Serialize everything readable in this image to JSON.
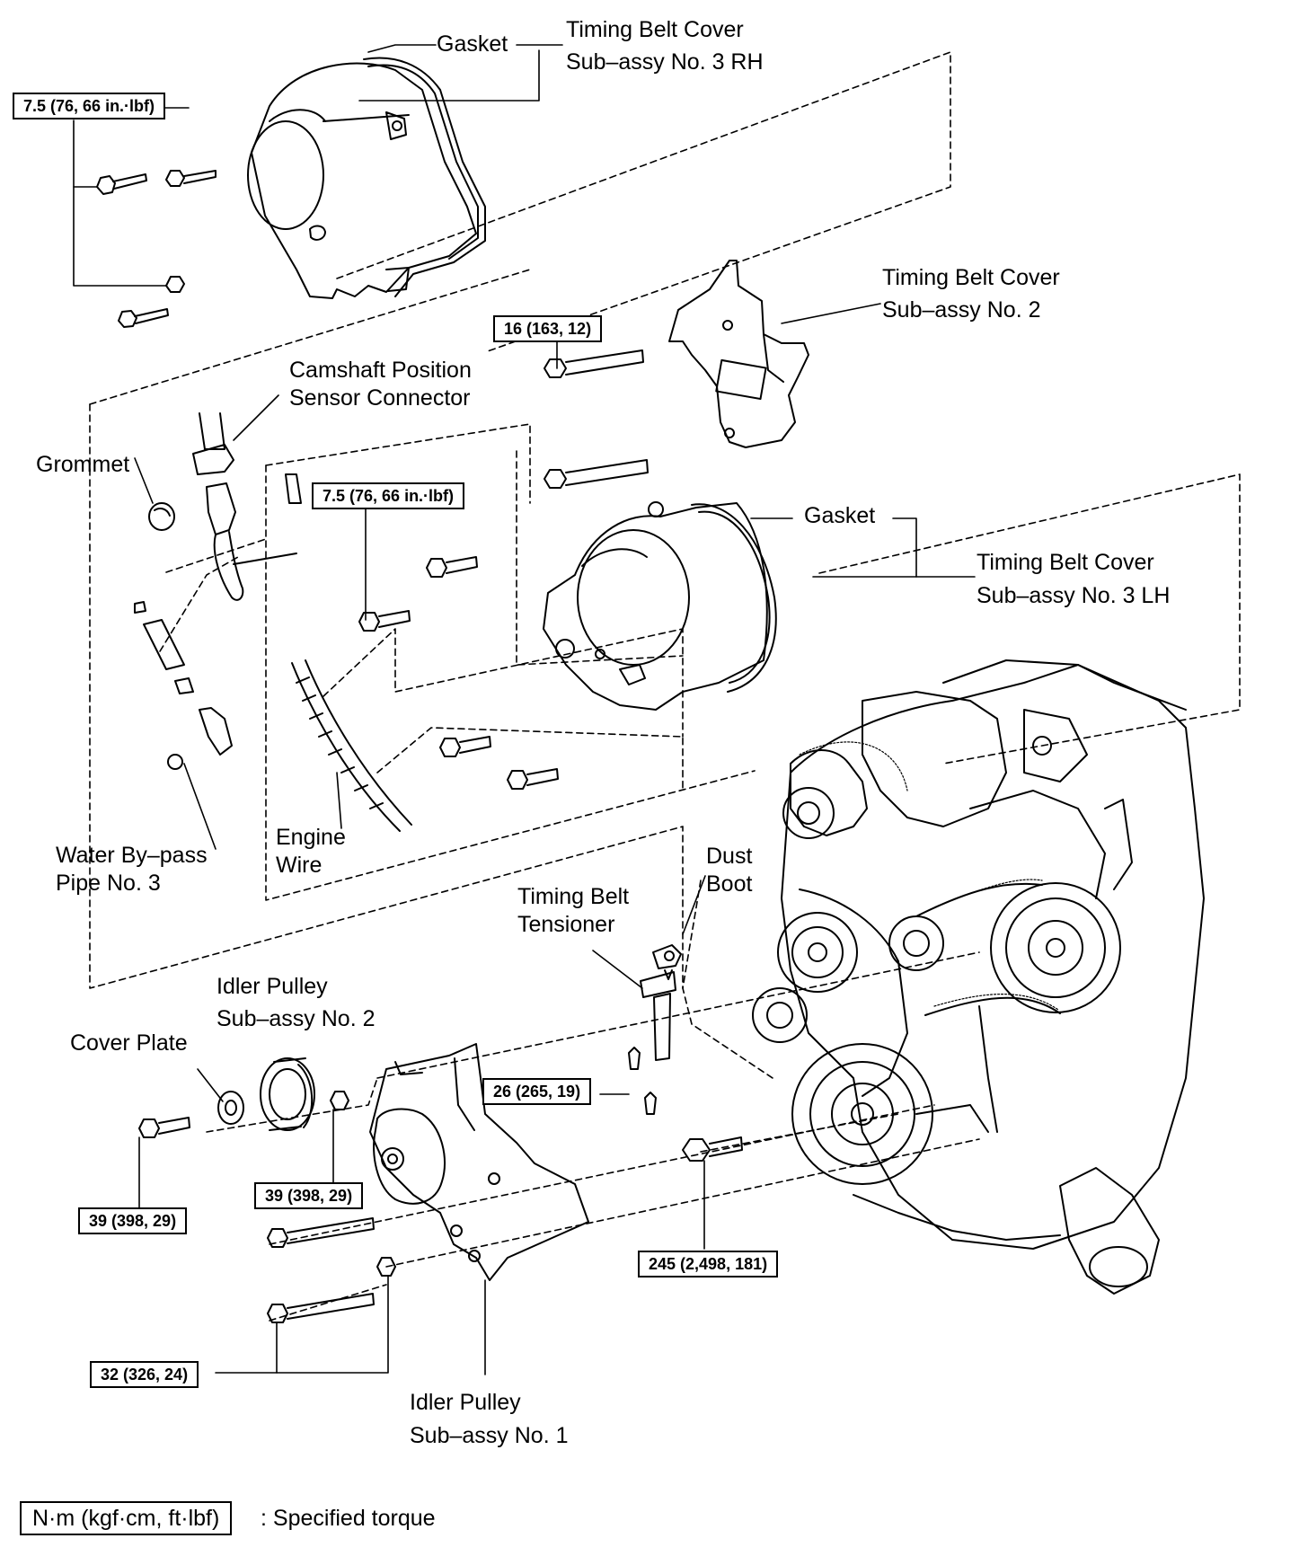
{
  "labels": {
    "gasket_rh": "Gasket",
    "cover_rh_line1": "Timing Belt Cover",
    "cover_rh_line2": "Sub–assy No. 3 RH",
    "cover_no2_line1": "Timing Belt Cover",
    "cover_no2_line2": "Sub–assy No. 2",
    "camshaft_line1": "Camshaft Position",
    "camshaft_line2": "Sensor Connector",
    "grommet": "Grommet",
    "gasket_lh": "Gasket",
    "cover_lh_line1": "Timing Belt Cover",
    "cover_lh_line2": "Sub–assy No. 3 LH",
    "waterpipe_line1": "Water By–pass",
    "waterpipe_line2": "Pipe No. 3",
    "enginewire_line1": "Engine",
    "enginewire_line2": "Wire",
    "dustboot_line1": "Dust",
    "dustboot_line2": "Boot",
    "tensioner_line1": "Timing Belt",
    "tensioner_line2": "Tensioner",
    "idler2_line1": "Idler Pulley",
    "idler2_line2": "Sub–assy No. 2",
    "coverplate": "Cover Plate",
    "idler1_line1": "Idler Pulley",
    "idler1_line2": "Sub–assy No. 1"
  },
  "torques": {
    "t_rh_cover": "7.5 (76, 66 in.·lbf)",
    "t_no2_cover": "16 (163, 12)",
    "t_lh_cover": "7.5 (76, 66 in.·lbf)",
    "t_tensioner": "26 (265, 19)",
    "t_idler2": "39 (398, 29)",
    "t_coverplate": "39 (398, 29)",
    "t_crank": "245 (2,498, 181)",
    "t_idler1": "32 (326, 24)"
  },
  "legend": {
    "unit": "N·m (kgf·cm, ft·lbf)",
    "text": ": Specified torque"
  }
}
